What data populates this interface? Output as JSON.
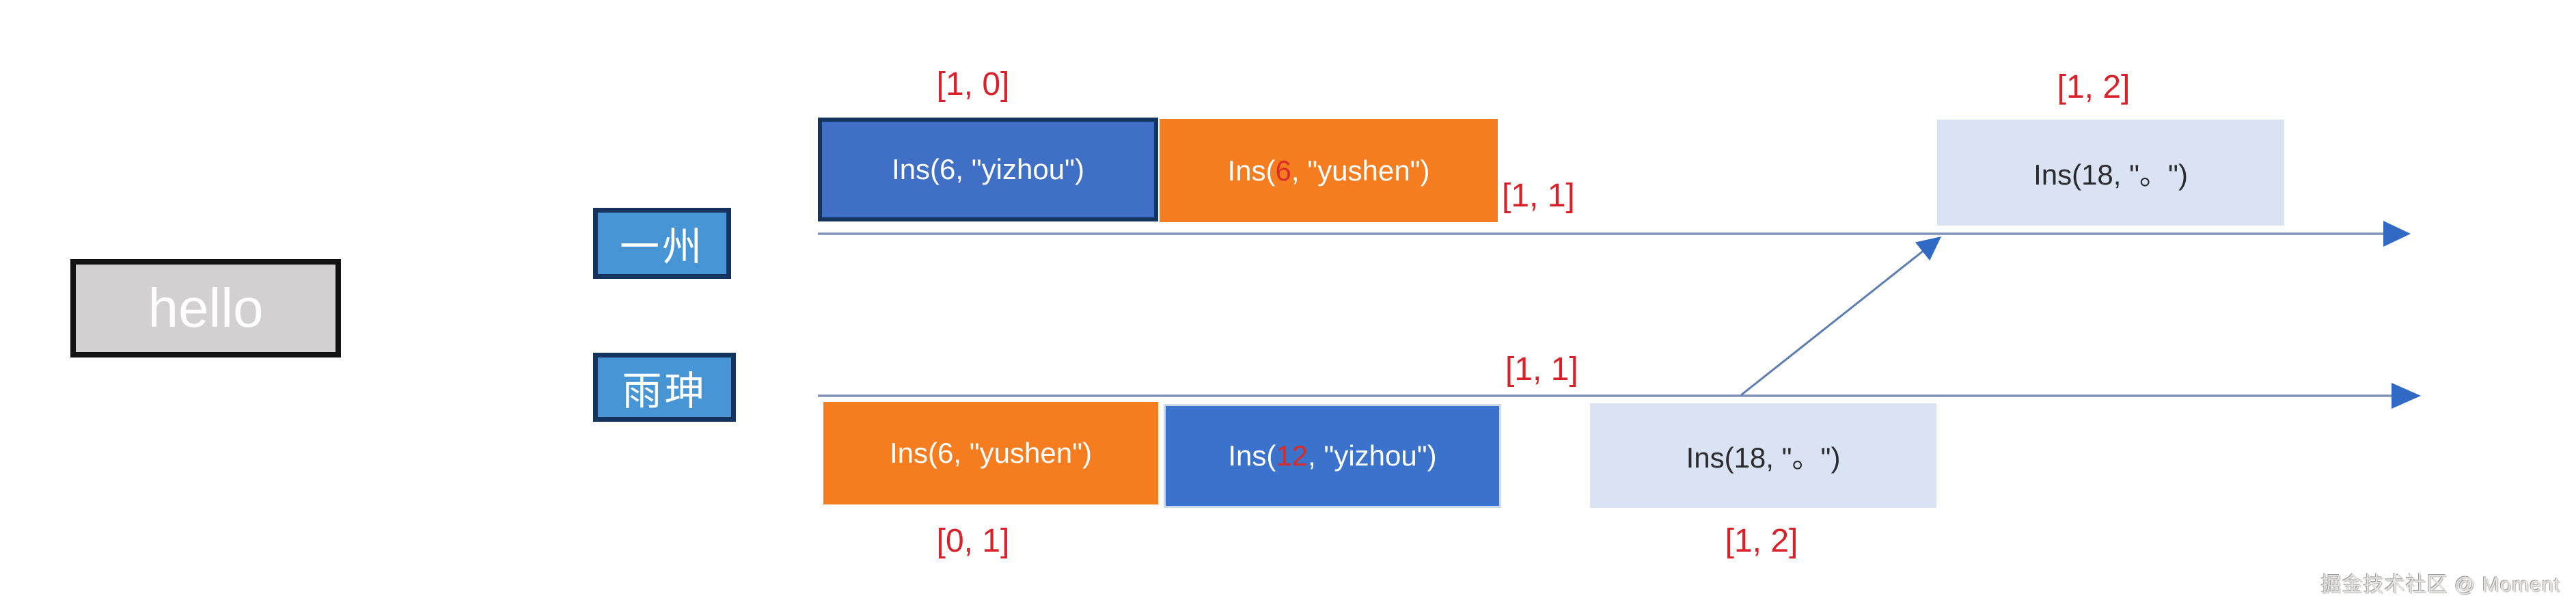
{
  "diagram": {
    "document_box": {
      "label": "hello"
    },
    "replicas": [
      {
        "name": "一州",
        "version_labels": [
          {
            "text": "[1, 0]"
          },
          {
            "text": "[1, 1]"
          },
          {
            "text": "[1, 2]"
          }
        ],
        "ops": [
          {
            "style": "blue",
            "before": "Ins(6, \"yizhou\")",
            "highlight": "",
            "after": ""
          },
          {
            "style": "orange",
            "before": "Ins(",
            "highlight": "6",
            "after": ", \"yushen\")"
          },
          {
            "style": "light",
            "before": "Ins(18, \"。\")",
            "highlight": "",
            "after": ""
          }
        ]
      },
      {
        "name": "雨珅",
        "version_labels": [
          {
            "text": "[0, 1]"
          },
          {
            "text": "[1, 1]"
          },
          {
            "text": "[1, 2]"
          }
        ],
        "ops": [
          {
            "style": "orange",
            "before": "Ins(6, \"yushen\")",
            "highlight": "",
            "after": ""
          },
          {
            "style": "blue",
            "before": "Ins(",
            "highlight": "12",
            "after": ", \"yizhou\")"
          },
          {
            "style": "light",
            "before": "Ins(18, \"。\")",
            "highlight": "",
            "after": ""
          }
        ]
      }
    ],
    "watermark": {
      "text": "掘金技术社区 @ Moment"
    },
    "colors": {
      "op_blue": "#4070c6",
      "op_blue_bottom": "#3b72cc",
      "op_orange": "#f57d1f",
      "op_light_fill": "#dae3f3",
      "replica_fill": "#4795d5",
      "dark_border": "#14335f",
      "annotation_red": "#da2129",
      "timeline_line": "#8291b8",
      "arrow_fill": "#316ac5",
      "document_fill": "#d2d0d0"
    }
  }
}
